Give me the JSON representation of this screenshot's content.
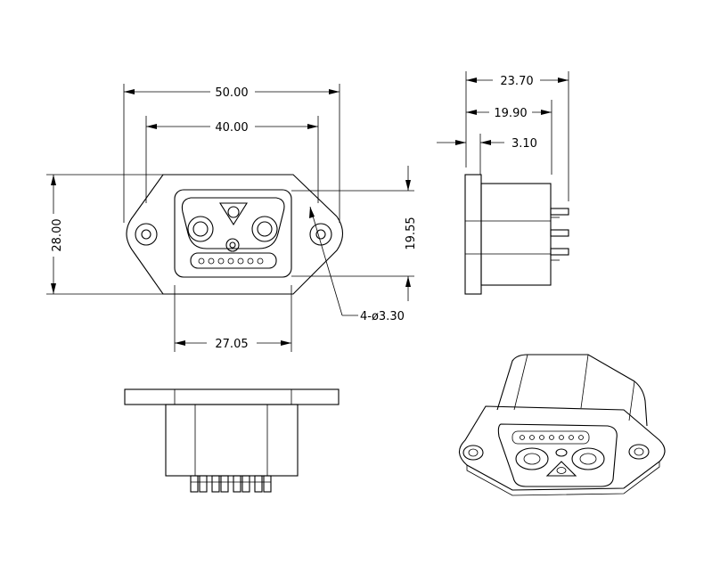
{
  "dimensions": {
    "overall_width": "50.00",
    "hole_spacing": "40.00",
    "overall_height": "28.00",
    "hole_callout": "4-ø3.30",
    "body_width": "27.05",
    "body_height": "19.55",
    "side_total_depth": "23.70",
    "side_pin_depth": "19.90",
    "flange_thickness": "3.10"
  },
  "colors": {
    "line": "#000000",
    "background": "#ffffff"
  }
}
